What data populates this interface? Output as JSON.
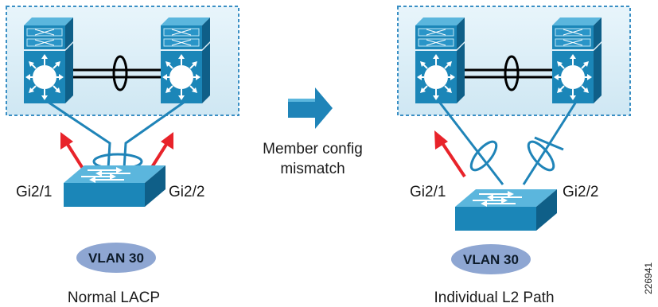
{
  "colors": {
    "switch_blue": "#1b86b8",
    "switch_dark": "#0f5f88",
    "switch_light": "#5bb6dd",
    "box_fill": "#d8eef7",
    "box_border": "#3a8fc4",
    "link": "#1f84b8",
    "red_arrow": "#e8232a",
    "vlan_oval": "#8ea6d2",
    "transition_arrow": "#1f84b8"
  },
  "left_panel": {
    "caption": "Normal LACP",
    "port_left": "Gi2/1",
    "port_right": "Gi2/2",
    "vlan": "VLAN 30"
  },
  "right_panel": {
    "caption": "Individual L2 Path",
    "port_left": "Gi2/1",
    "port_right": "Gi2/2",
    "vlan": "VLAN 30"
  },
  "transition": {
    "line1": "Member config",
    "line2": "mismatch",
    "icon": "right-arrow-icon"
  },
  "figure_id": "226941"
}
